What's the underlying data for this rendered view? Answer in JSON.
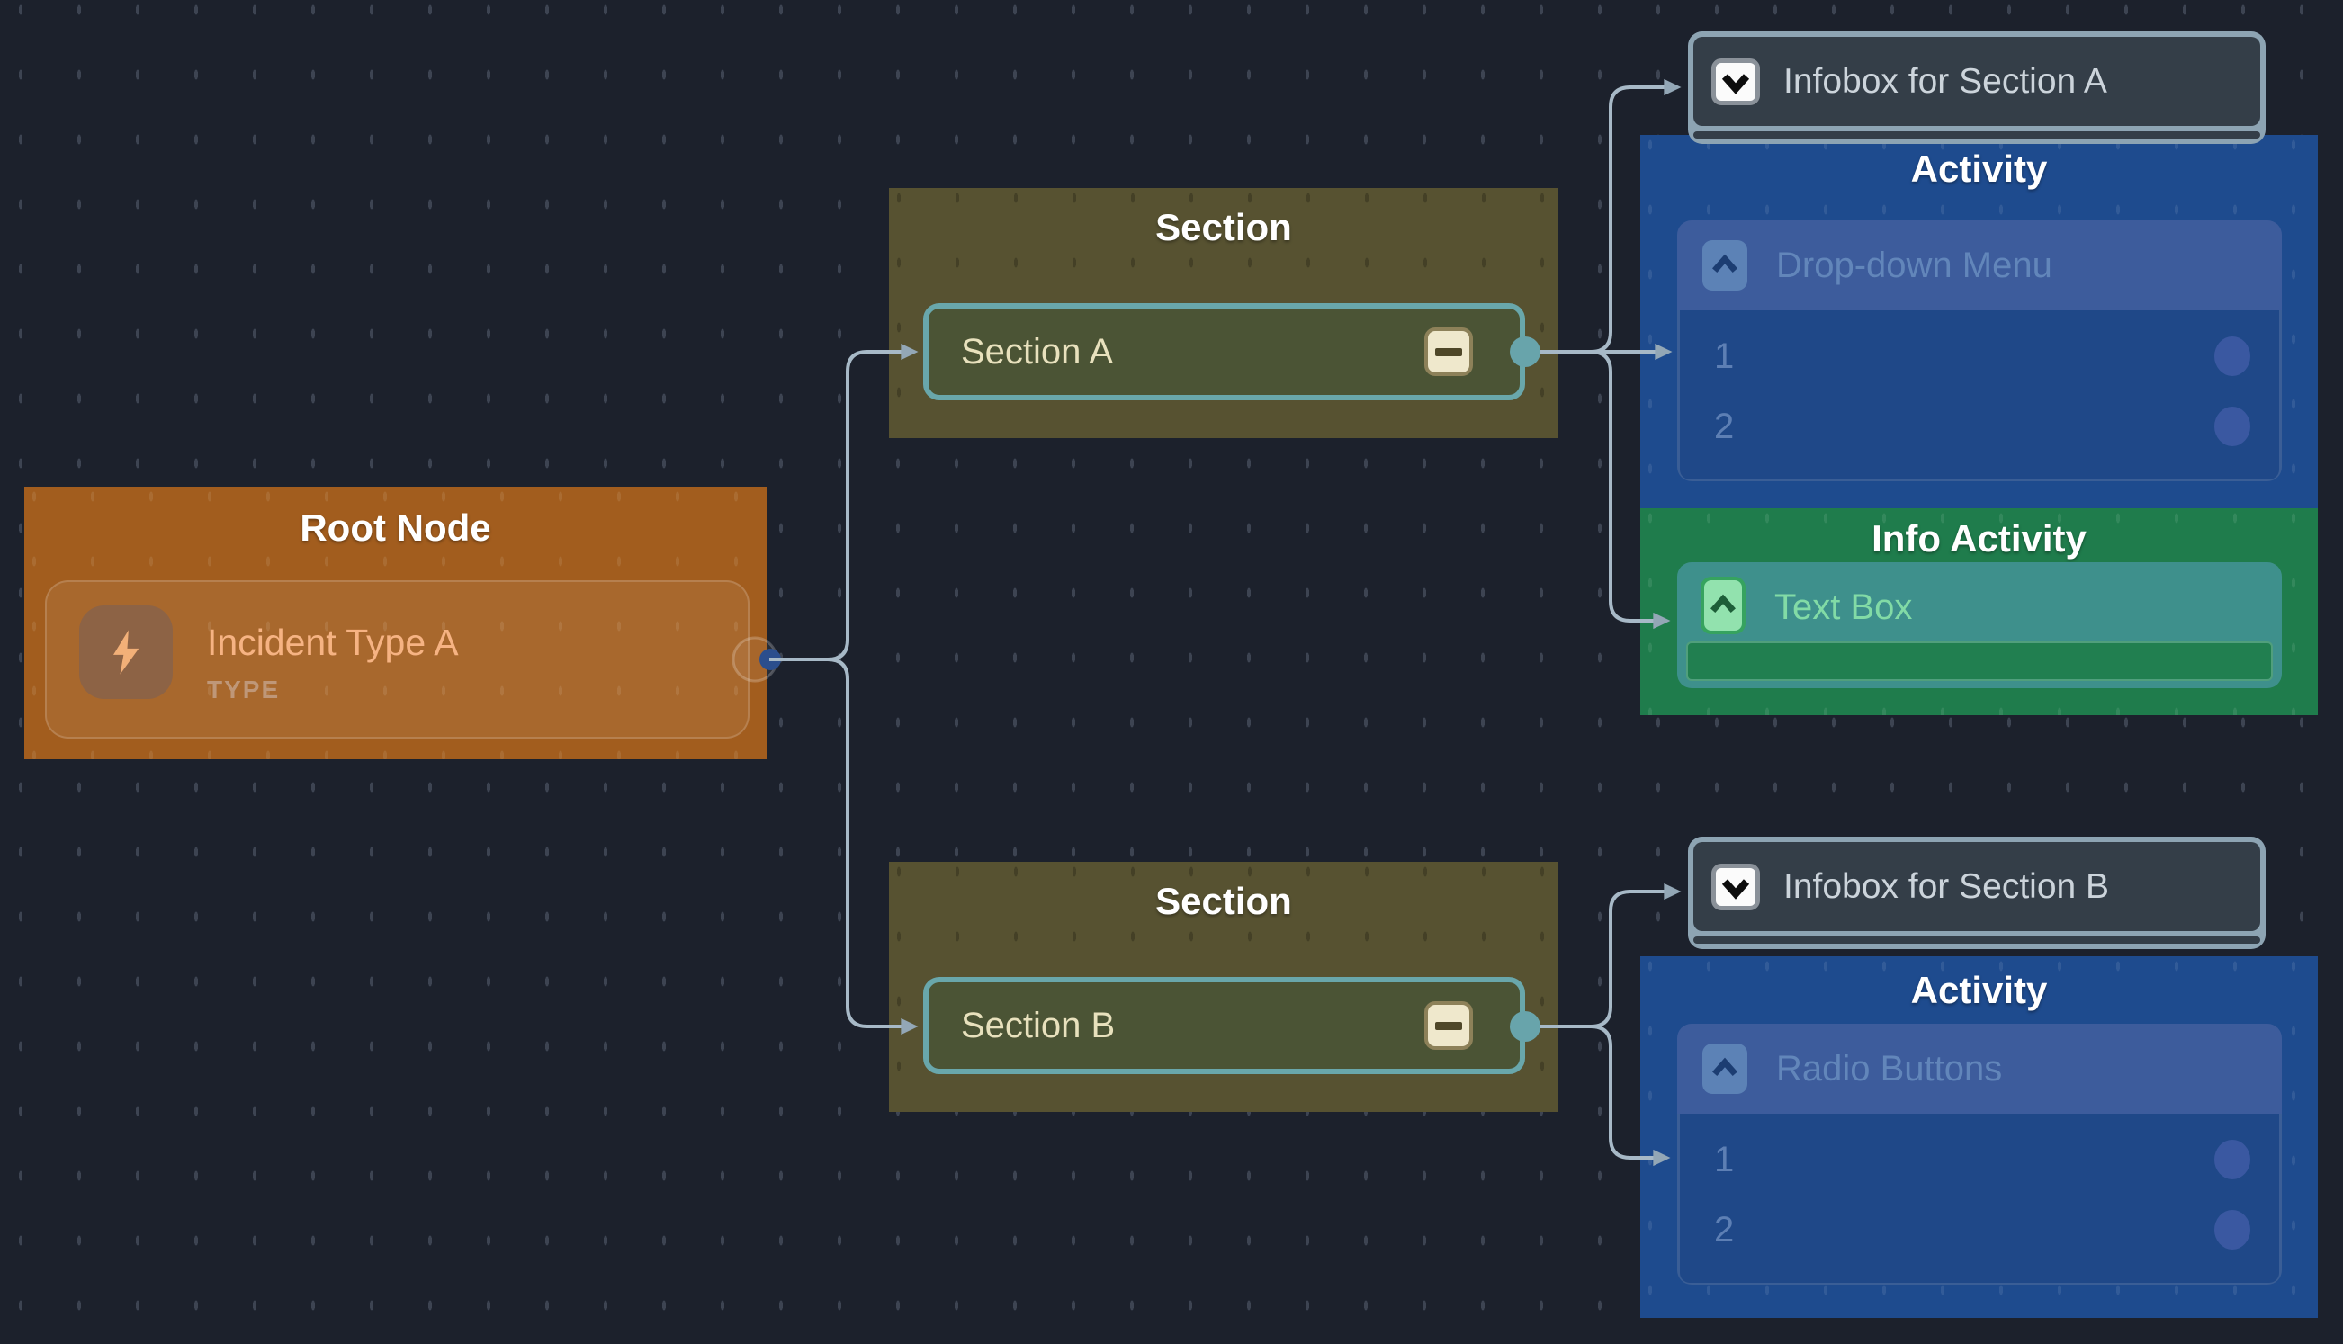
{
  "canvas": {
    "background": "#1c212c",
    "grid_dash_color": "#3d4452",
    "edge_color": "#a7b9c7",
    "arrow_color": "#93a7b6"
  },
  "nodes": {
    "root": {
      "title": "Root Node",
      "item_label": "Incident Type A",
      "item_type": "TYPE",
      "color": "#a25d1e",
      "icon": "lightning-icon"
    },
    "section_a": {
      "title": "Section",
      "item_label": "Section A",
      "color": "#575231",
      "item_border": "#69a7ab"
    },
    "section_b": {
      "title": "Section",
      "item_label": "Section B",
      "color": "#575231",
      "item_border": "#69a7ab"
    },
    "infobox_a": {
      "label": "Infobox for Section A",
      "color": "#343e48",
      "frame": "#8da4b3",
      "icon": "chevron-down-icon"
    },
    "infobox_b": {
      "label": "Infobox for Section B",
      "color": "#343e48",
      "frame": "#8da4b3",
      "icon": "chevron-down-icon"
    },
    "activity_a": {
      "title": "Activity",
      "control_label": "Drop-down Menu",
      "options": [
        "1",
        "2"
      ],
      "color": "#1e4b8e",
      "icon": "chevron-up-icon"
    },
    "info_activity": {
      "title": "Info Activity",
      "item_label": "Text Box",
      "color": "#1f7c4c",
      "icon": "chevron-up-icon"
    },
    "activity_b": {
      "title": "Activity",
      "control_label": "Radio Buttons",
      "options": [
        "1",
        "2"
      ],
      "color": "#1e4b8e",
      "icon": "chevron-up-icon"
    }
  },
  "edges": [
    {
      "from": "root",
      "to": "section_a.item"
    },
    {
      "from": "root",
      "to": "section_b.item"
    },
    {
      "from": "section_a.item",
      "to": "infobox_a"
    },
    {
      "from": "section_a.item",
      "to": "activity_a.option_1"
    },
    {
      "from": "section_a.item",
      "to": "info_activity.text_box"
    },
    {
      "from": "section_b.item",
      "to": "infobox_b"
    },
    {
      "from": "section_b.item",
      "to": "activity_b.option_1"
    }
  ]
}
